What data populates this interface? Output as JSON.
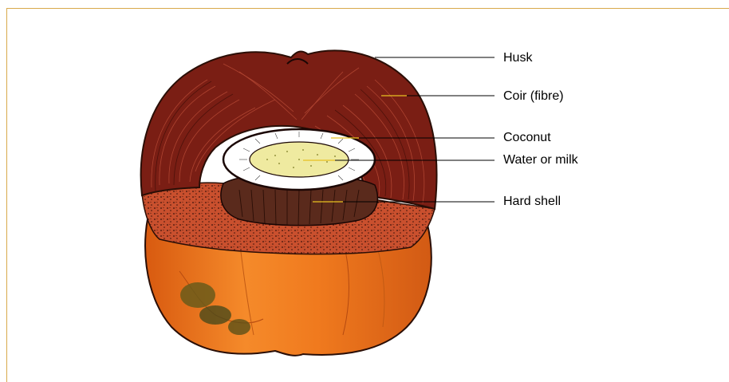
{
  "diagram": {
    "labels": {
      "husk": "Husk",
      "coir": "Coir (fibre)",
      "coconut": "Coconut",
      "water": "Water or milk",
      "hard_shell": "Hard shell"
    }
  },
  "colors": {
    "frame_border": "#d8a94a",
    "husk_fibre": "#7a1e14",
    "husk_fibre_dark": "#4a0f0a",
    "outer_husk_orange": "#f07a1e",
    "coconut_flesh": "#ffffff",
    "water": "#efeaa0",
    "hard_shell": "#5a2a1c",
    "speckle_band": "#c9502e"
  }
}
